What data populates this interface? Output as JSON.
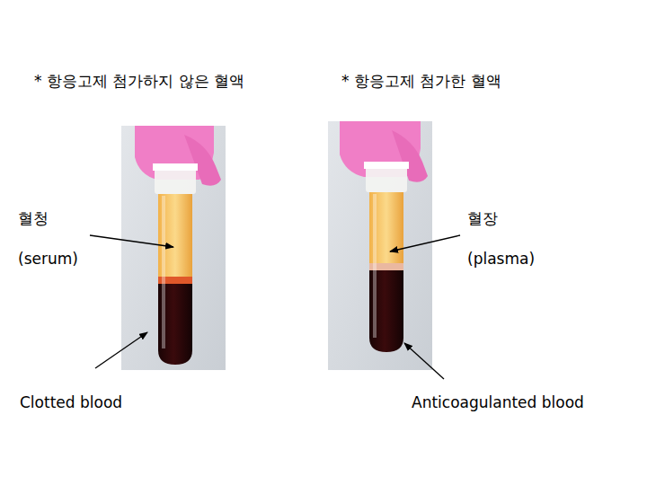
{
  "diagram": {
    "labels": [
      "* 항응고제 첨가하지 않은 혈액",
      "* 항응고제 첨가한 혈액",
      "혈청",
      "(serum)",
      "혈장",
      "(plasma)",
      "Clotted blood",
      "Anticoagulanted blood"
    ]
  }
}
